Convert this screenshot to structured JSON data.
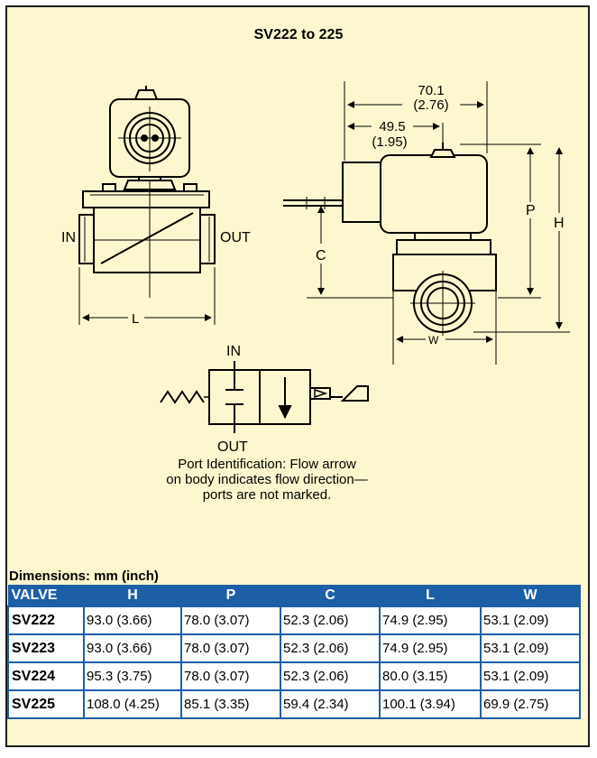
{
  "title": "SV222 to 225",
  "left_view": {
    "in_label": "IN",
    "out_label": "OUT",
    "l_label": "L"
  },
  "right_view": {
    "dim_70_mm": "70.1",
    "dim_70_in": "(2.76)",
    "dim_49_mm": "49.5",
    "dim_49_in": "(1.95)",
    "p_label": "P",
    "h_label": "H",
    "c_label": "C",
    "w_label": "W"
  },
  "schematic": {
    "in_label": "IN",
    "out_label": "OUT"
  },
  "note_lines": [
    "Port Identification: Flow arrow",
    "on body indicates flow direction—",
    "ports are not marked."
  ],
  "dimensions_heading": "Dimensions: mm (inch)",
  "table": {
    "headers": [
      "VALVE",
      "H",
      "P",
      "C",
      "L",
      "W"
    ],
    "rows": [
      [
        "SV222",
        "93.0 (3.66)",
        "78.0 (3.07)",
        "52.3 (2.06)",
        "74.9 (2.95)",
        "53.1 (2.09)"
      ],
      [
        "SV223",
        "93.0 (3.66)",
        "78.0 (3.07)",
        "52.3 (2.06)",
        "74.9 (2.95)",
        "53.1 (2.09)"
      ],
      [
        "SV224",
        "95.3 (3.75)",
        "78.0 (3.07)",
        "52.3 (2.06)",
        "80.0 (3.15)",
        "53.1 (2.09)"
      ],
      [
        "SV225",
        "108.0 (4.25)",
        "85.1 (3.35)",
        "59.4 (2.34)",
        "100.1 (3.94)",
        "69.9 (2.75)"
      ]
    ]
  },
  "colors": {
    "header_bg": "#1d5fa6",
    "sheet_bg": "#fdf7cf",
    "border": "#1f1f1f"
  }
}
